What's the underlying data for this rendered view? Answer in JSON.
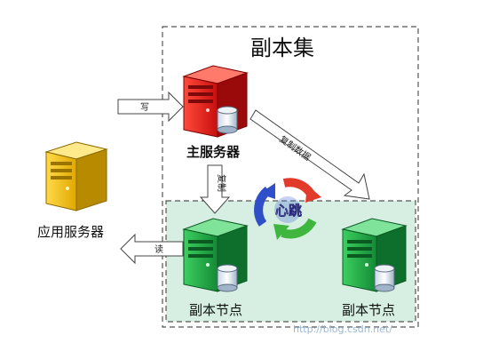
{
  "diagram": {
    "title": "副本集",
    "primary_label": "主服务器",
    "app_label": "应用服务器",
    "secondary1_label": "副本节点",
    "secondary2_label": "副本节点",
    "write_label": "写",
    "read_label": "读",
    "copy_label": "复制",
    "copy_data_label": "复制数据",
    "heartbeat_label": "心跳",
    "watermark": "http://blog.csdn.net/",
    "colors": {
      "primary": "#e02020",
      "secondary": "#22a64a",
      "app": "#f2c21b",
      "secondary_region": "#d6efe2",
      "dashed_border": "#555555"
    }
  }
}
